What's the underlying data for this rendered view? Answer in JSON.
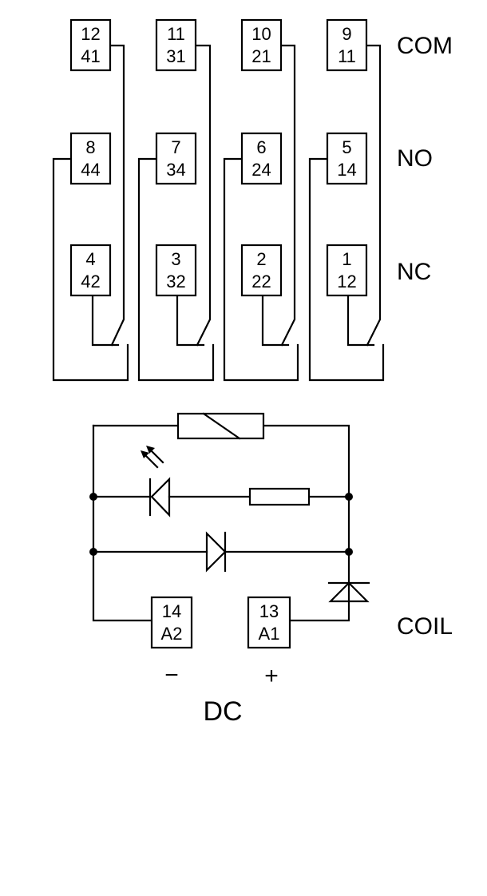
{
  "diagram": {
    "row_labels": {
      "com": "COM",
      "no": "NO",
      "nc": "NC",
      "coil": "COIL"
    },
    "contacts": [
      {
        "com": [
          "12",
          "41"
        ],
        "no": [
          "8",
          "44"
        ],
        "nc": [
          "4",
          "42"
        ]
      },
      {
        "com": [
          "11",
          "31"
        ],
        "no": [
          "7",
          "34"
        ],
        "nc": [
          "3",
          "32"
        ]
      },
      {
        "com": [
          "10",
          "21"
        ],
        "no": [
          "6",
          "24"
        ],
        "nc": [
          "2",
          "22"
        ]
      },
      {
        "com": [
          "9",
          "11"
        ],
        "no": [
          "5",
          "14"
        ],
        "nc": [
          "1",
          "12"
        ]
      }
    ],
    "coil_terminals": {
      "minus": [
        "14",
        "A2"
      ],
      "plus": [
        "13",
        "A1"
      ]
    },
    "polarity": {
      "minus": "−",
      "plus": "+"
    },
    "supply": "DC"
  }
}
